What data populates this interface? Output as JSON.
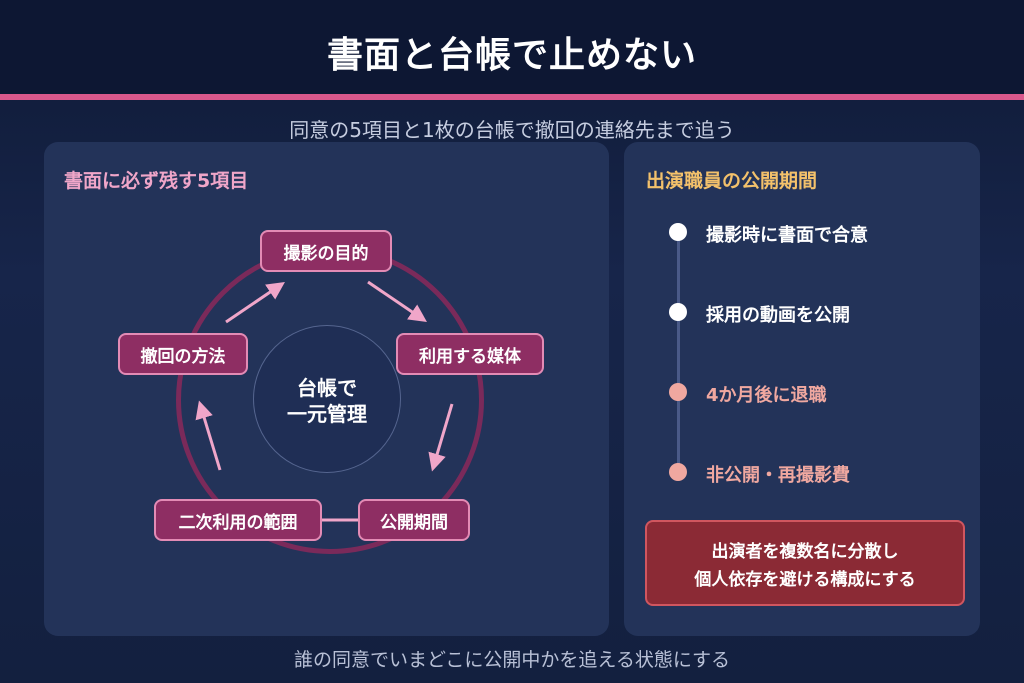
{
  "title": "書面と台帳で止めない",
  "subtitle": "同意の5項目と1枚の台帳で撤回の連絡先まで追う",
  "left_panel": {
    "heading": "書面に必ず残す5項目",
    "center_label_line1": "台帳で",
    "center_label_line2": "一元管理",
    "nodes": [
      "撮影の目的",
      "利用する媒体",
      "公開期間",
      "二次利用の範囲",
      "撤回の方法"
    ]
  },
  "right_panel": {
    "heading": "出演職員の公開期間",
    "steps": [
      {
        "label": "撮影時に書面で合意",
        "status": "done"
      },
      {
        "label": "採用の動画を公開",
        "status": "done"
      },
      {
        "label": "4か月後に退職",
        "status": "alert"
      },
      {
        "label": "非公開・再撮影費",
        "status": "alert"
      }
    ],
    "warning_line1": "出演者を複数名に分散し",
    "warning_line2": "個人依存を避ける構成にする"
  },
  "footer": "誰の同意でいまどこに公開中かを追える状態にする",
  "colors": {
    "accent": "#d9588c",
    "node_fill": "#8e2e63",
    "done_dot": "#ffffff",
    "alert_dot": "#f0a8a0",
    "alert_text": "#f0a8a0",
    "warning_fill": "#8b2a35"
  }
}
